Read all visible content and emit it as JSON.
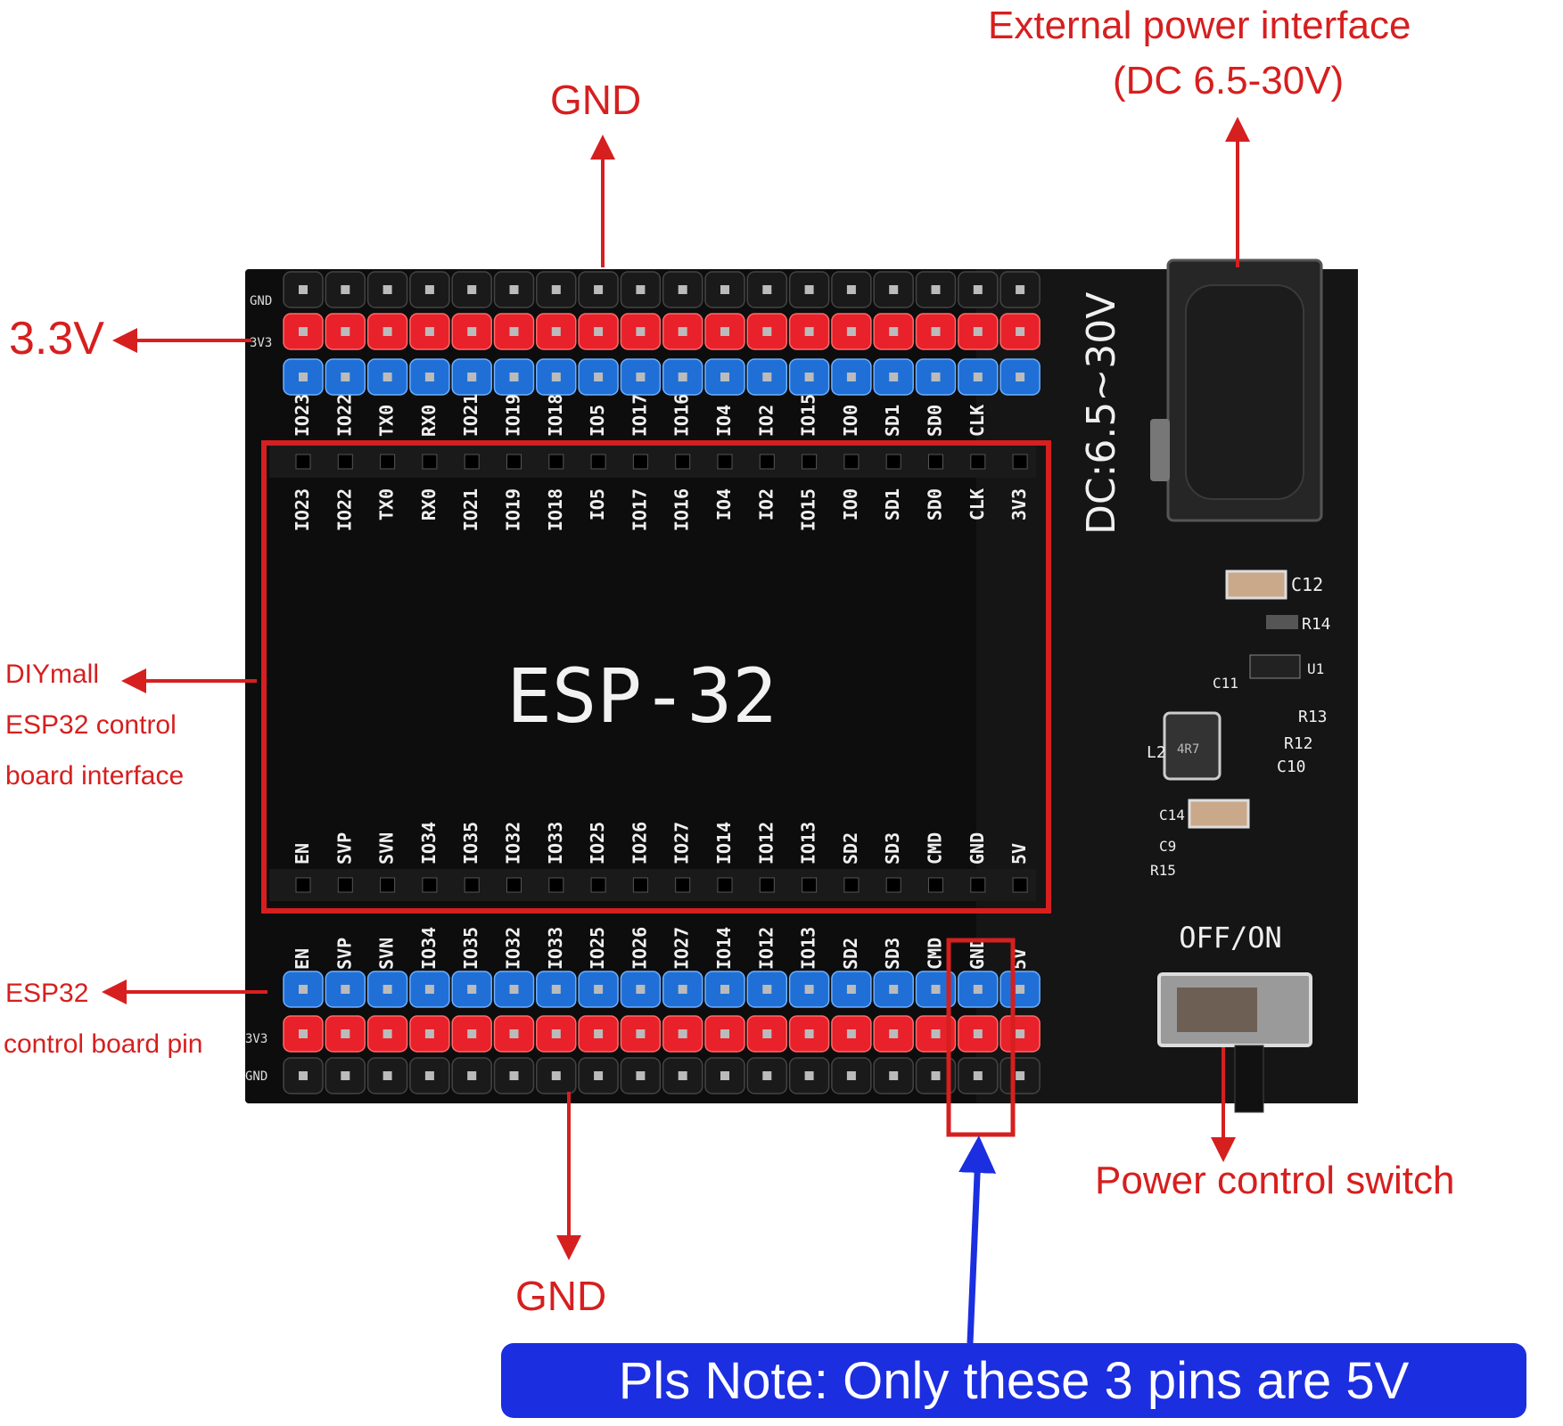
{
  "annotations": {
    "gnd_top": "GND",
    "gnd_bottom": "GND",
    "v33": "3.3V",
    "external_power_line1": "External power interface",
    "external_power_line2": "(DC 6.5-30V)",
    "diymall_line1": "DIYmall",
    "diymall_line2": "ESP32 control",
    "diymall_line3": "board interface",
    "esp32_pin_line1": "ESP32",
    "esp32_pin_line2": "control board pin",
    "power_switch": "Power control switch",
    "note": "Pls Note: Only these 3 pins are 5V"
  },
  "board": {
    "module_label": "ESP-32",
    "dc_label": "DC:6.5~30V",
    "switch_label": "OFF/ON",
    "top_pins": [
      "IO23",
      "IO22",
      "TX0",
      "RX0",
      "IO21",
      "IO19",
      "IO18",
      "IO5",
      "IO17",
      "IO16",
      "IO4",
      "IO2",
      "IO15",
      "IO0",
      "SD1",
      "SD0",
      "CLK",
      "3V3"
    ],
    "bottom_pins": [
      "EN",
      "SVP",
      "SVN",
      "IO34",
      "IO35",
      "IO32",
      "IO33",
      "IO25",
      "IO26",
      "IO27",
      "IO14",
      "IO12",
      "IO13",
      "SD2",
      "SD3",
      "CMD",
      "GND",
      "5V"
    ],
    "row_labels": {
      "gnd": "GND",
      "v3": "3V3"
    },
    "components": [
      "C12",
      "R14",
      "C11",
      "U1",
      "R13",
      "R12",
      "C10",
      "L2",
      "4R7",
      "C14",
      "C9",
      "R15"
    ]
  },
  "colors": {
    "annotation_red": "#d61f1f",
    "note_blue": "#1b2ee0",
    "board_black": "#0d0d0d",
    "header_red": "#e8212a",
    "header_blue": "#1f6fd6"
  }
}
